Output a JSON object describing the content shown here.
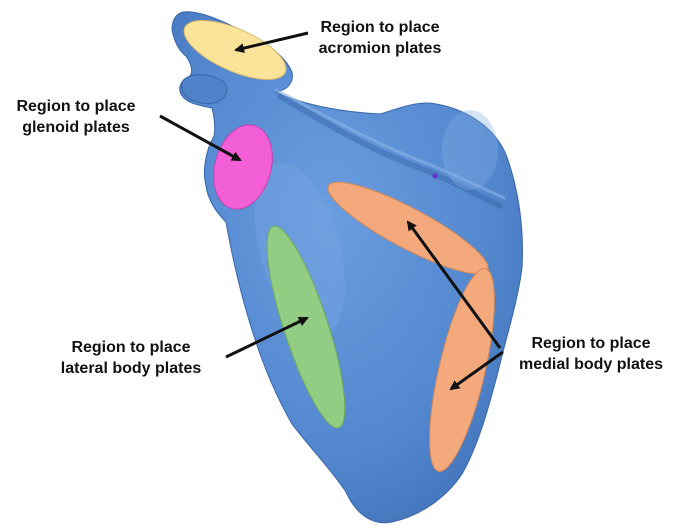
{
  "colors": {
    "bone": "#5a8ed3",
    "bone_shadow": "#3f6fb6",
    "bone_highlight": "#8fb6e6",
    "acromion_region": "#fbe39a",
    "glenoid_region": "#f25fd6",
    "lateral_body_region": "#93cd83",
    "medial_body_region": "#f3a97b",
    "arrow": "#111111",
    "background": "#ffffff"
  },
  "labels": {
    "acromion": {
      "line1": "Region to place",
      "line2": "acromion plates"
    },
    "glenoid": {
      "line1": "Region to place",
      "line2": "glenoid plates"
    },
    "lateral": {
      "line1": "Region to place",
      "line2": "lateral body plates"
    },
    "medial": {
      "line1": "Region to place",
      "line2": "medial body plates"
    }
  }
}
